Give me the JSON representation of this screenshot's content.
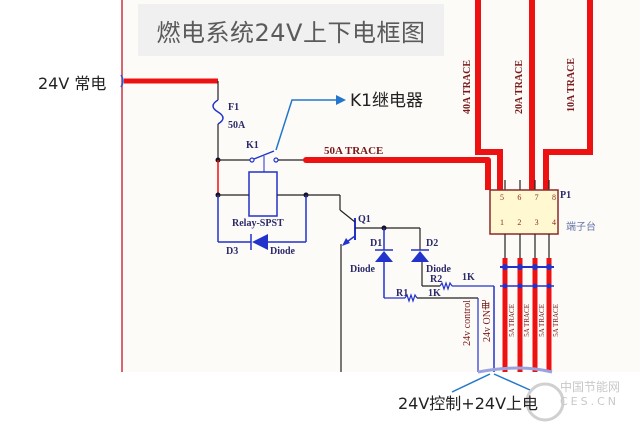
{
  "title": "燃电系统24V上下电框图",
  "labels": {
    "power_in": "24V 常电",
    "relay_callout": "K1继电器",
    "bottom_callout": "24V控制+24V上电",
    "terminal_block": "端子台"
  },
  "components": {
    "fuse": {
      "ref": "F1",
      "value": "50A"
    },
    "relay_switch": {
      "ref": "K1"
    },
    "relay_coil": {
      "name": "Relay-SPST"
    },
    "flyback_diode": {
      "ref": "D3",
      "name": "Diode"
    },
    "transistor": {
      "ref": "Q1"
    },
    "diode_1": {
      "ref": "D1",
      "name": "Diode"
    },
    "diode_2": {
      "ref": "D2",
      "name": "Diode"
    },
    "resistor_1": {
      "ref": "R1",
      "value": "1K"
    },
    "resistor_2": {
      "ref": "R2",
      "value": "1K"
    },
    "connector": {
      "ref": "P1",
      "pins_top": [
        "5",
        "6",
        "7",
        "8"
      ],
      "pins_bottom": [
        "1",
        "2",
        "3",
        "4"
      ]
    }
  },
  "traces": {
    "main": "50A TRACE",
    "t40": "40A TRACE",
    "t20": "20A TRACE",
    "t10": "10A TRACE",
    "lower": [
      "5A TRACE",
      "5A TRACE",
      "5A TRACE",
      "5A TRACE"
    ]
  },
  "nets": {
    "control": "24v control",
    "on": "24v ON电"
  },
  "watermark": {
    "line1": "中国节能网",
    "line2": "CES.CN"
  },
  "colors": {
    "trace": "#ee1111",
    "wire_blue": "#2233cc",
    "wire_dark": "#222222",
    "callout": "#2277cc",
    "label_dark_red": "#7a1a1a"
  }
}
